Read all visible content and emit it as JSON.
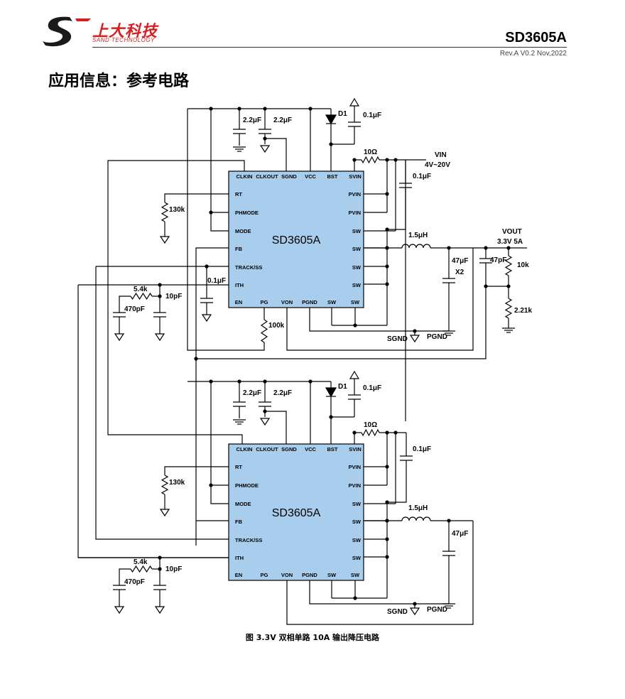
{
  "header": {
    "logo_cn": "上大科技",
    "logo_en": "SAND TECHNOLOGY",
    "doc_title": "SD3605A",
    "revision": "Rev.A V0.2   Nov,2022"
  },
  "section_title": "应用信息：参考电路",
  "chip_name": "SD3605A",
  "pins_left": [
    "RT",
    "PHMODE",
    "MODE",
    "FB",
    "TRACK/SS",
    "ITH"
  ],
  "pins_top": [
    "CLKIN",
    "CLKOUT",
    "SGND",
    "VCC",
    "BST",
    "SVIN"
  ],
  "pins_right": [
    "PVIN",
    "PVIN",
    "SW",
    "SW",
    "SW",
    "SW"
  ],
  "pins_bottom": [
    "EN",
    "PG",
    "VON",
    "PGND",
    "SW",
    "SW"
  ],
  "labels": {
    "c_2u2": "2.2μF",
    "c_0u1": "0.1μF",
    "diode": "D1",
    "r_10ohm": "10Ω",
    "vin": "VIN",
    "vin_range": "4V~20V",
    "r_130k": "130k",
    "r_5k4": "5.4k",
    "c_470p": "470pF",
    "c_10p": "10pF",
    "r_100k": "100k",
    "inductor": "1.5μH",
    "c_47u": "47μF",
    "x2": "X2",
    "c_47p": "47pF",
    "vout": "VOUT",
    "vout_spec": "3.3V 5A",
    "r_10k": "10k",
    "r_2k21": "2.21k",
    "sgnd": "SGND",
    "pgnd": "PGND"
  },
  "colors": {
    "chip_fill": "#a9cdec",
    "logo_red": "#d81e1e"
  },
  "caption": "图 3.3V 双相单路 10A 输出降压电路"
}
